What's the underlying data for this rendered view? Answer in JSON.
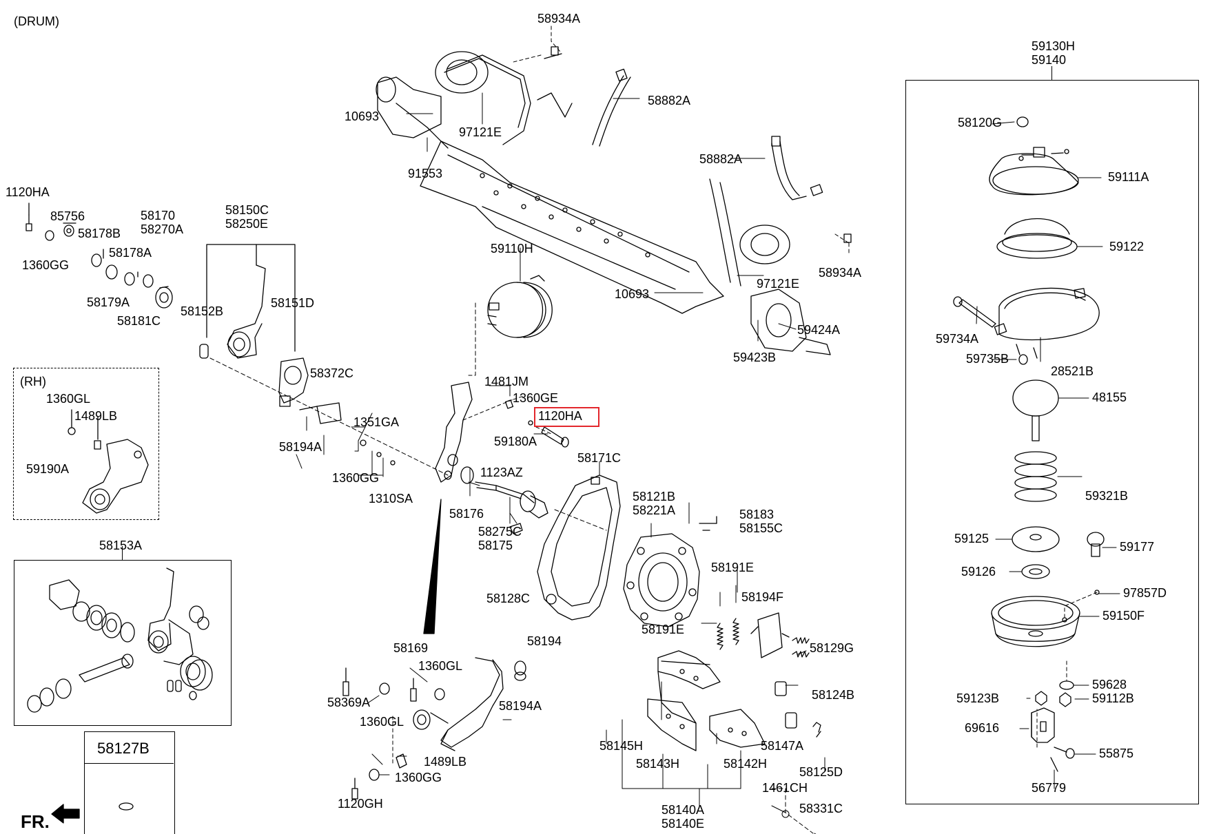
{
  "header": {
    "variant": "(DRUM)",
    "rh_note": "(RH)",
    "front_marker": "FR."
  },
  "highlight_color": "#e3262b",
  "labels": {
    "p58934A_top": "58934A",
    "p10693_top": "10693",
    "p97121E_top": "97121E",
    "p58882A_top": "58882A",
    "p91553": "91553",
    "p58882A_mid": "58882A",
    "p58934A_mid": "58934A",
    "p10693_mid": "10693",
    "p97121E_mid": "97121E",
    "p59424A": "59424A",
    "p59423B": "59423B",
    "p1120HA_left": "1120HA",
    "p85756": "85756",
    "p58178B": "58178B",
    "p1360GG_left": "1360GG",
    "p58170": "58170",
    "p58270A": "58270A",
    "p58178A": "58178A",
    "p58179A": "58179A",
    "p58181C": "58181C",
    "p58150C": "58150C",
    "p58250E": "58250E",
    "p58152B": "58152B",
    "p58151D": "58151D",
    "p58372C": "58372C",
    "p58194A_mid": "58194A",
    "p1351GA": "1351GA",
    "p1360GG_mid": "1360GG",
    "p1310SA": "1310SA",
    "p1360GL_rh": "1360GL",
    "p1489LB_rh": "1489LB",
    "p59190A": "59190A",
    "p59110H": "59110H",
    "p1481JM": "1481JM",
    "p1360GE": "1360GE",
    "p1120HA_hl": "1120HA",
    "p59180A": "59180A",
    "p58171C": "58171C",
    "p1123AZ": "1123AZ",
    "p58176": "58176",
    "p58121B": "58121B",
    "p58221A": "58221A",
    "p58183": "58183",
    "p58155C": "58155C",
    "p58275C": "58275C",
    "p58175": "58175",
    "p58191E_top": "58191E",
    "p58128C": "58128C",
    "p58194F": "58194F",
    "p58194": "58194",
    "p58191E_bot": "58191E",
    "p58129G": "58129G",
    "p58153A": "58153A",
    "p58169": "58169",
    "p1360GL_bot": "1360GL",
    "p58369A": "58369A",
    "p58194A_bot": "58194A",
    "p1360GL_bot2": "1360GL",
    "p58124B": "58124B",
    "p58145H": "58145H",
    "p58147A": "58147A",
    "p58143H": "58143H",
    "p58142H": "58142H",
    "p58125D": "58125D",
    "p1489LB_bot": "1489LB",
    "p1360GG_bot": "1360GG",
    "p1461CH": "1461CH",
    "p1120GH": "1120GH",
    "p58331C": "58331C",
    "p58140A": "58140A",
    "p58140E": "58140E",
    "p58127B": "58127B",
    "p59130H": "59130H",
    "p59140": "59140",
    "p58120G": "58120G",
    "p59111A": "59111A",
    "p59122": "59122",
    "p59734A": "59734A",
    "p59735B": "59735B",
    "p28521B": "28521B",
    "p48155": "48155",
    "p59321B": "59321B",
    "p59125": "59125",
    "p59177": "59177",
    "p59126": "59126",
    "p97857D": "97857D",
    "p59150F": "59150F",
    "p59628": "59628",
    "p59123B": "59123B",
    "p59112B": "59112B",
    "p69616": "69616",
    "p55875": "55875",
    "p56779": "56779"
  }
}
